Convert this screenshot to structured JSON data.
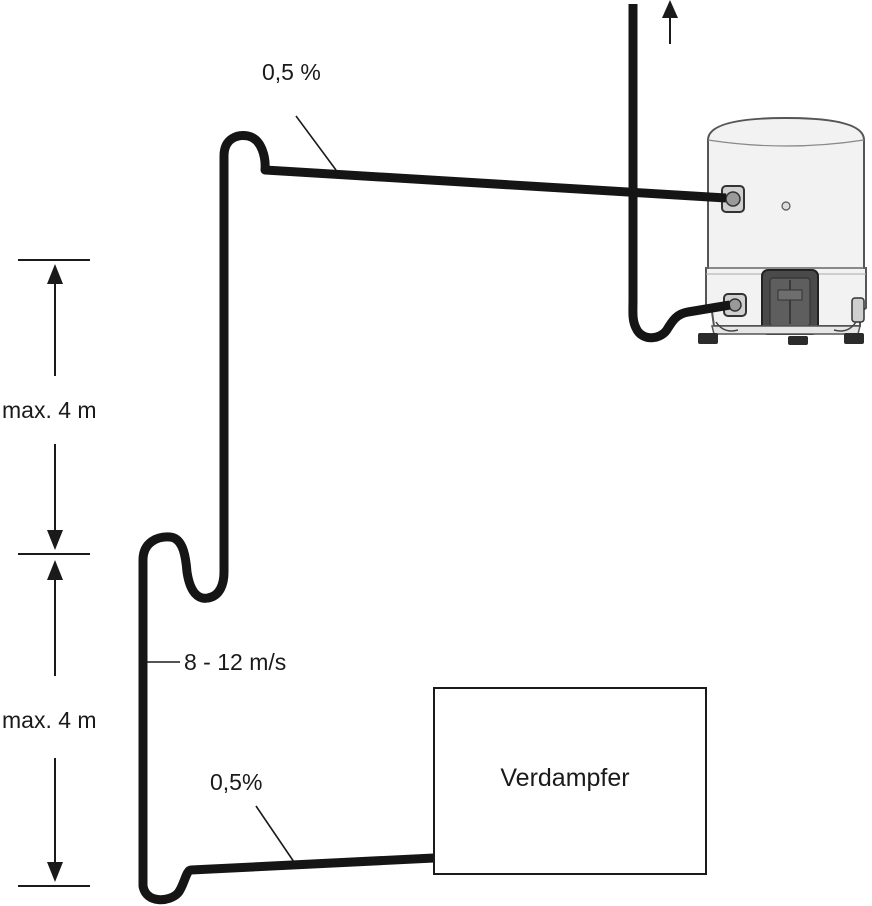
{
  "labels": {
    "slope_top": "0,5 %",
    "velocity": "8 - 12 m/s",
    "slope_bottom": "0,5%",
    "height_upper": "max. 4 m",
    "height_lower": "max. 4 m",
    "evaporator": "Verdampfer"
  },
  "colors": {
    "pipe": "#151515",
    "compressor_body": "#f2f2f2",
    "compressor_outline": "#555555",
    "terminal_box": "#4a4a4a"
  }
}
